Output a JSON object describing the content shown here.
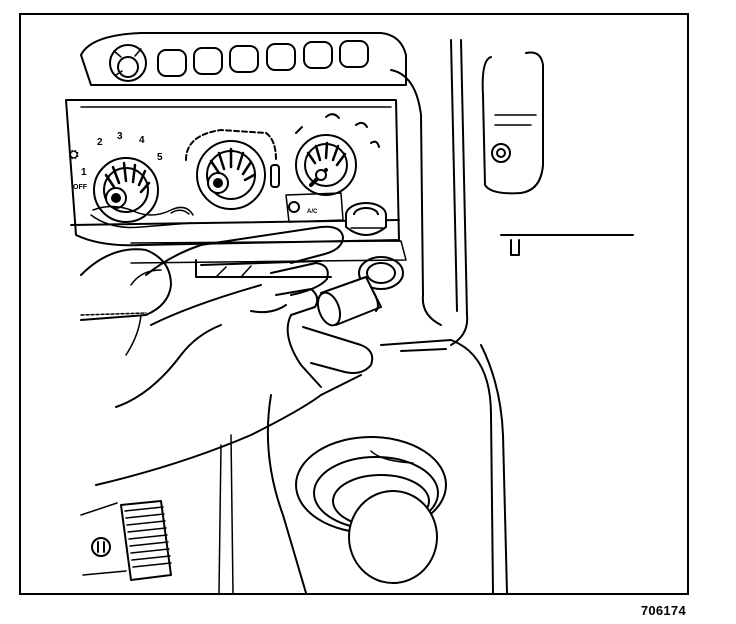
{
  "figure": {
    "reference_number": "706174",
    "labels": {
      "fan_speeds": [
        "1",
        "2",
        "3",
        "4",
        "5"
      ],
      "fan_off": "OFF",
      "ac": "A/C"
    }
  },
  "colors": {
    "ink": "#000000",
    "paper": "#ffffff"
  }
}
